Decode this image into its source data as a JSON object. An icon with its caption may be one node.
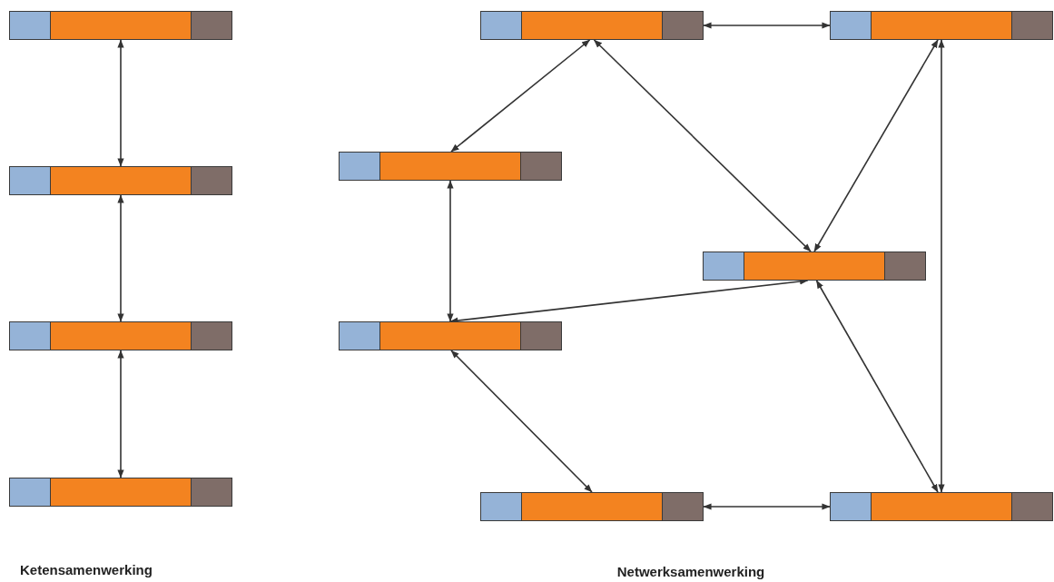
{
  "diagram": {
    "nodes": [
      {
        "text": [],
        "shape": "bar"
      },
      {
        "text": [],
        "shape": "bar"
      },
      {
        "text": [],
        "shape": "bar"
      },
      {
        "text": [],
        "shape": "bar"
      },
      {
        "text": [],
        "shape": "bar"
      },
      {
        "text": [],
        "shape": "bar"
      },
      {
        "text": [],
        "shape": "bar"
      },
      {
        "text": [],
        "shape": "bar"
      },
      {
        "text": [],
        "shape": "bar"
      },
      {
        "text": [],
        "shape": "bar"
      },
      {
        "text": [],
        "shape": "bar"
      }
    ],
    "edges": [
      {
        "from": 0,
        "to": 1,
        "arrow": "both"
      },
      {
        "from": 1,
        "to": 2,
        "arrow": "both"
      },
      {
        "from": 2,
        "to": 3,
        "arrow": "both"
      },
      {
        "from": 4,
        "to": 5,
        "arrow": "both"
      },
      {
        "from": 4,
        "to": 6,
        "arrow": "both"
      },
      {
        "from": 4,
        "to": 7,
        "arrow": "both"
      },
      {
        "from": 5,
        "to": 7,
        "arrow": "both"
      },
      {
        "from": 5,
        "to": 10,
        "arrow": "both"
      },
      {
        "from": 6,
        "to": 8,
        "arrow": "both"
      },
      {
        "from": 8,
        "to": 7,
        "arrow": "both"
      },
      {
        "from": 8,
        "to": 9,
        "arrow": "both"
      },
      {
        "from": 7,
        "to": 10,
        "arrow": "both"
      },
      {
        "from": 9,
        "to": 10,
        "arrow": "both"
      }
    ],
    "labels": [
      "Ketensamenwerking",
      "Netwerksamenwerking"
    ]
  }
}
